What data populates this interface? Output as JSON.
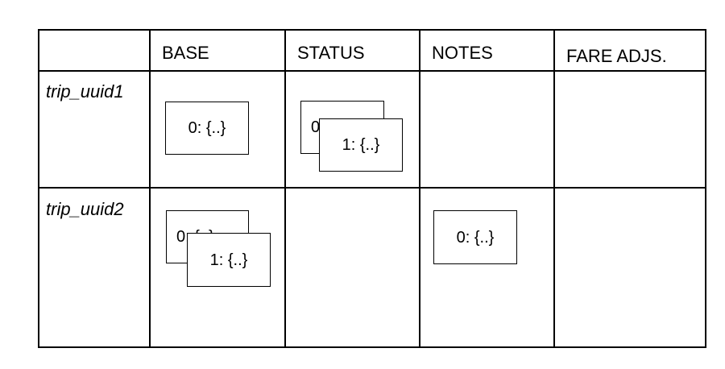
{
  "table": {
    "columns": [
      "BASE",
      "STATUS",
      "NOTES",
      "FARE ADJS."
    ],
    "rows": [
      {
        "label": "trip_uuid1",
        "cells": {
          "base": [
            "0: {..}"
          ],
          "status": [
            "0: {..}",
            "1: {..}"
          ],
          "notes": [],
          "fare_adjs": []
        }
      },
      {
        "label": "trip_uuid2",
        "cells": {
          "base": [
            "0: {..}",
            "1: {..}"
          ],
          "status": [],
          "notes": [
            "0: {..}"
          ],
          "fare_adjs": []
        }
      }
    ]
  }
}
